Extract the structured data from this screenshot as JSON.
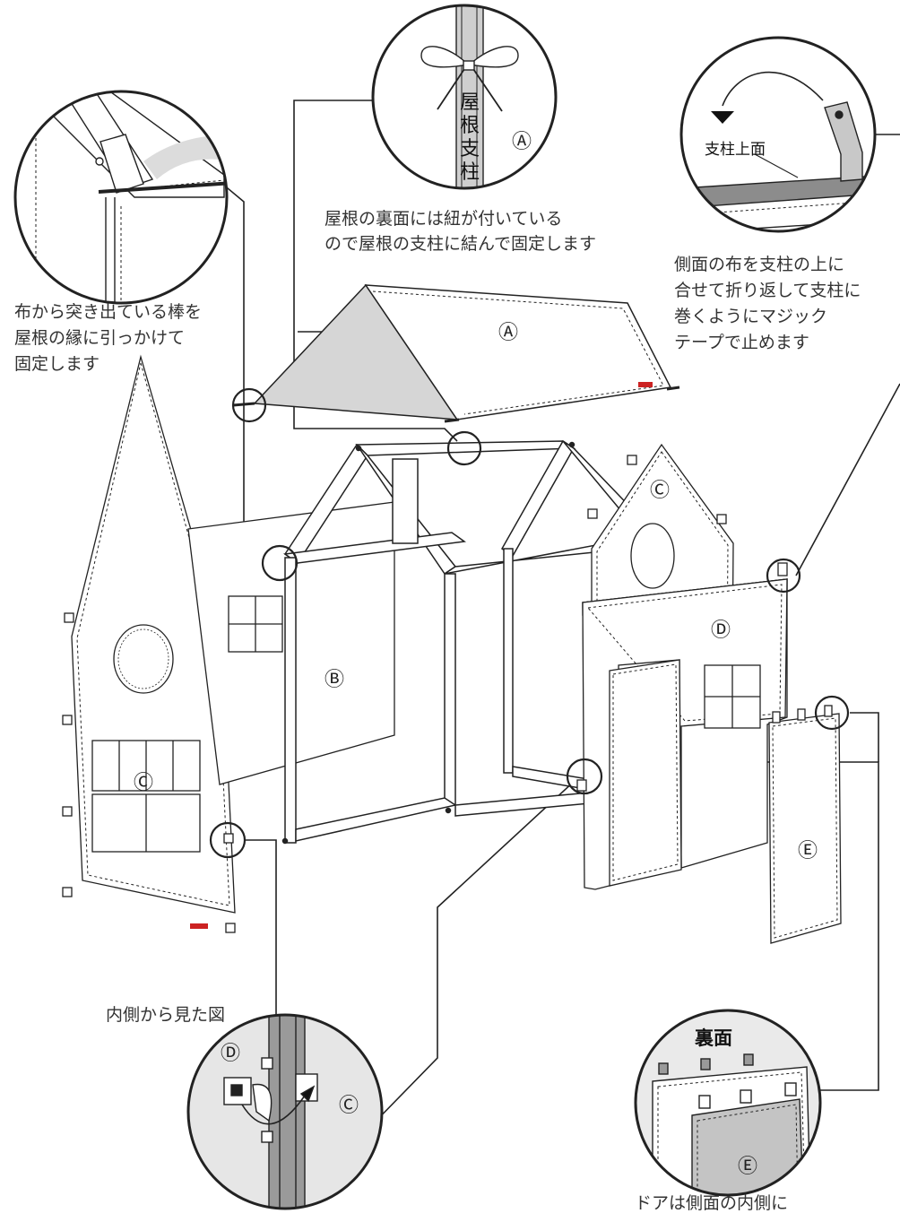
{
  "labels": {
    "A": "Ⓐ",
    "B": "Ⓑ",
    "C": "Ⓒ",
    "D": "Ⓓ",
    "E": "Ⓔ"
  },
  "roof_pillar_text": [
    "屋",
    "根",
    "支",
    "柱"
  ],
  "pillar_top_label": "支柱上面",
  "back_side_title": "裏面",
  "captions": {
    "roof_tie": [
      "屋根の裏面には紐が付いている",
      "ので屋根の支柱に結んで固定します"
    ],
    "rod_hook": [
      "布から突き出ている棒を",
      "屋根の縁に引っかけて",
      "固定します"
    ],
    "side_wrap": [
      "側面の布を支柱の上に",
      "合せて折り返して支柱に",
      "巻くようにマジック",
      "テープで止めます"
    ],
    "inside_view": "内側から見た図",
    "door": "ドアは側面の内側に"
  }
}
